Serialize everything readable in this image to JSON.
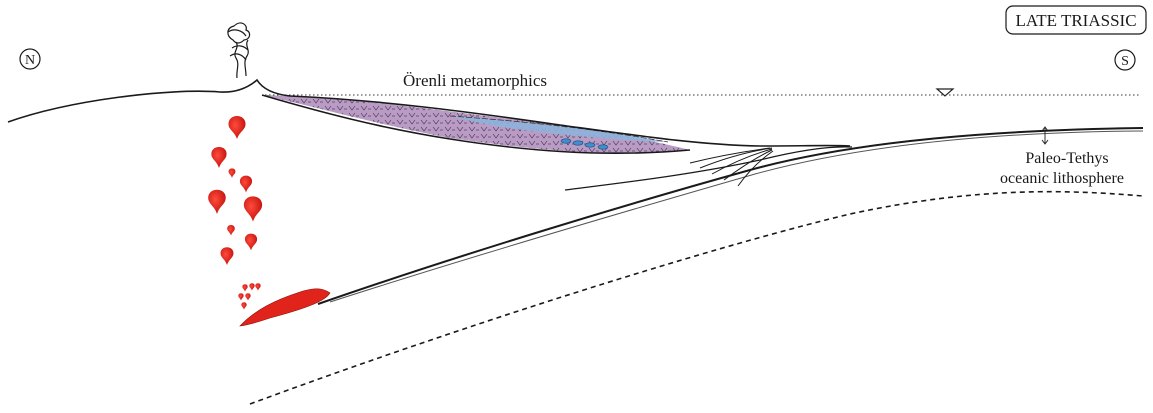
{
  "diagram": {
    "period_label": "LATE TRIASSIC",
    "north_label": "N",
    "south_label": "S",
    "unit_label": "Örenli metamorphics",
    "plate_label_line1": "Paleo-Tethys",
    "plate_label_line2": "oceanic lithosphere"
  },
  "colors": {
    "magma": "#e0241b",
    "metamorphic_fill": "#b99bc4",
    "blue_layer": "#8fb3dc",
    "blue_lens": "#3d8fd0",
    "line": "#1a1a1a"
  },
  "icons": {
    "volcano_plume": "plume-icon",
    "sea_level": "sea-level-triangle-icon",
    "north": "north-marker-icon",
    "south": "south-marker-icon"
  }
}
